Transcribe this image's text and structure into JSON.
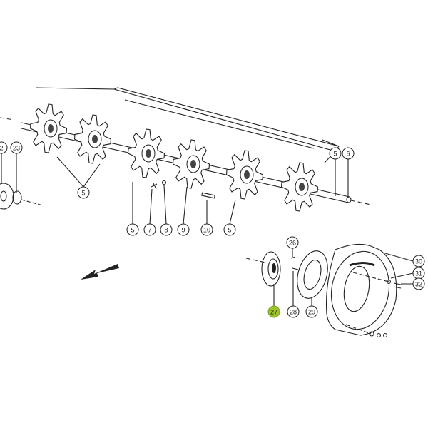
{
  "diagram": {
    "labels": [
      "2",
      "23",
      "5",
      "5",
      "6",
      "5",
      "7",
      "8",
      "9",
      "10",
      "5",
      "26",
      "30",
      "31",
      "32",
      "27",
      "28",
      "29"
    ],
    "highlighted_label": "27",
    "highlight_color": "#9cc42a"
  }
}
